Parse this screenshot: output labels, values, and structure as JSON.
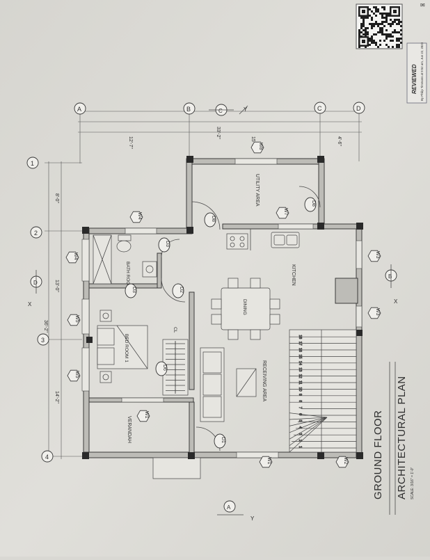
{
  "stamp": {
    "status": "REVIEWED",
    "reviewer": "By Philip Timmons at 9:52 am, Jun 22, 2023"
  },
  "sheet_title": {
    "line1": "GROUND FLOOR",
    "line2": "ARCHITECTURAL PLAN",
    "scale": "SCALE: 3/16\" = 1'-0\""
  },
  "grid_lines": [
    "A",
    "B",
    "C",
    "D",
    "1",
    "2",
    "3",
    "4"
  ],
  "axis_labels": {
    "x": "X",
    "y": "Y"
  },
  "section_markers": [
    "C",
    "D",
    "B",
    "A"
  ],
  "dimensions": {
    "top": [
      "33'-2\"",
      "12'-7\"",
      "15'-9\"",
      "4'-6\""
    ],
    "left": [
      "36'-2\"",
      "8'-0\"",
      "13'-0\"",
      "14'-2\""
    ]
  },
  "rooms": {
    "utility": "UTILITY AREA",
    "bath": "BATH ROOM",
    "bed": "BED ROOM 1",
    "closet": "CL",
    "dining": "DINING",
    "kitchen": "KITCHEN",
    "receiving": "RECEIVING AREA",
    "verandah": "VERANDAH"
  },
  "windows": [
    "W1",
    "W1",
    "W2",
    "W3",
    "W3",
    "W4",
    "W4",
    "W5",
    "W5",
    "W7",
    "W8"
  ],
  "doors": [
    "D1",
    "D2",
    "D3",
    "D3",
    "D6",
    "D8",
    "D8"
  ],
  "stair_numbers": [
    "1",
    "2",
    "3",
    "4",
    "5",
    "6",
    "7",
    "8",
    "9",
    "10",
    "11",
    "12",
    "13",
    "14",
    "15",
    "16",
    "17",
    "18"
  ],
  "qr_code": "qr-code-icon"
}
